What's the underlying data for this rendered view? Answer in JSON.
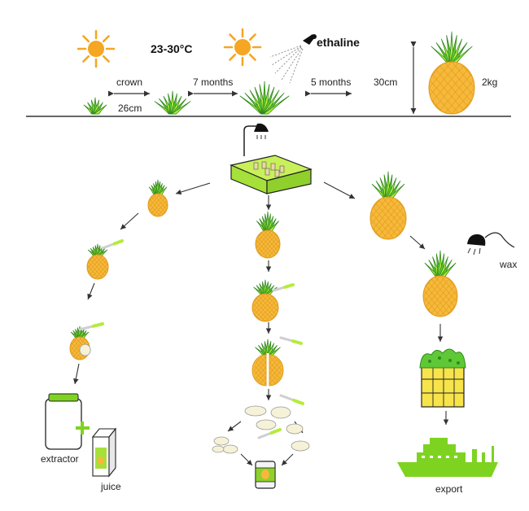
{
  "top": {
    "temperature": "23-30°C",
    "spray_label": "ethaline",
    "crown_label": "crown",
    "crown_size": "26cm",
    "growth_1": "7 months",
    "growth_2": "5 months",
    "height": "30cm",
    "weight": "2kg"
  },
  "branches": {
    "left_end": "extractor",
    "left_product": "juice",
    "right_process": "wax",
    "right_end": "export"
  },
  "colors": {
    "pineapple": "#f6b93b",
    "pineapple_dark": "#e09a1c",
    "leaf": "#5fc837",
    "leaf_dark": "#2f8a1a",
    "lime": "#b5ec3c",
    "sun": "#f5a623",
    "ship": "#7ed321",
    "ink": "#222222",
    "crate": "#f7e34a"
  },
  "icons": [
    "sun-icon",
    "spray-icon",
    "shower-icon",
    "lamp-icon",
    "knife-icon",
    "jar-icon",
    "juice-carton-icon",
    "can-icon",
    "crate-icon",
    "ship-icon"
  ]
}
